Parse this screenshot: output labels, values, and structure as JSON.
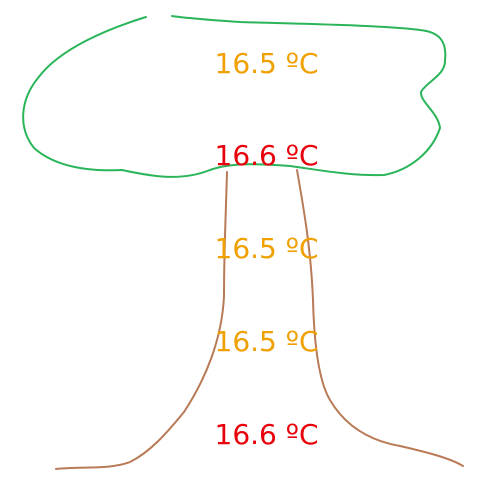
{
  "colors": {
    "canopy": "#2bb55a",
    "trunk": "#b97a56",
    "warm": "#e8000b",
    "cool": "#f0a000"
  },
  "readings": [
    {
      "label": "16.5 ºC",
      "status": "cool"
    },
    {
      "label": "16.6 ºC",
      "status": "warm"
    },
    {
      "label": "16.5 ºC",
      "status": "cool"
    },
    {
      "label": "16.5 ºC",
      "status": "cool"
    },
    {
      "label": "16.6 ºC",
      "status": "warm"
    }
  ]
}
